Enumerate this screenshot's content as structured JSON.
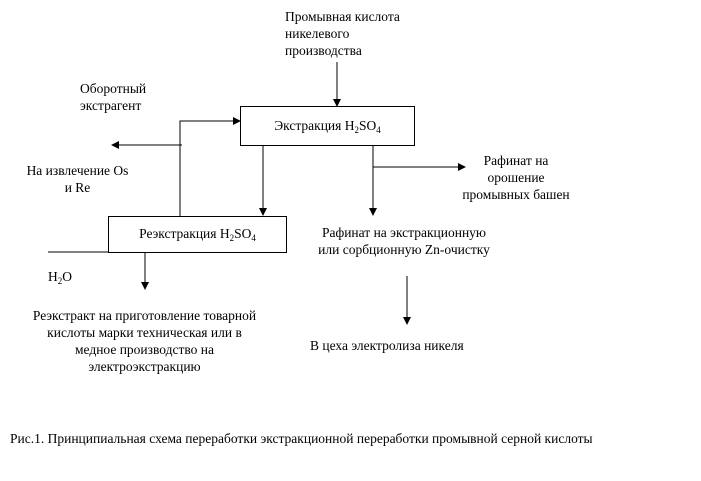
{
  "source_top": {
    "line1": "Промывная кислота",
    "line2": "никелевого",
    "line3": "производства"
  },
  "recycled": {
    "line1": "Оборотный",
    "line2": "экстрагент"
  },
  "extraction_box": {
    "prefix": "Экстракция H",
    "sub1": "2",
    "mid": "SO",
    "sub2": "4"
  },
  "os_re": {
    "line1": "На извлечение Os",
    "line2": "и Re"
  },
  "raffinate_spray": {
    "line1": "Рафинат на",
    "line2": "орошение",
    "line3": "промывных башен"
  },
  "reextraction_box": {
    "prefix": "Реэкстракция H",
    "sub1": "2",
    "mid": "SO",
    "sub2": "4"
  },
  "water": {
    "prefix": "H",
    "sub": "2",
    "suffix": "O"
  },
  "raffinate_zn": {
    "line1": "Рафинат на экстракционную",
    "line2": "или сорбционную Zn-очистку"
  },
  "reextract": {
    "line1": "Реэкстракт на приготовление товарной",
    "line2": "кислоты марки техническая или в",
    "line3": "медное производство на",
    "line4": "электроэкстракцию"
  },
  "electrolysis": {
    "label": "В цеха электролиза никеля"
  },
  "caption": {
    "text": "Рис.1. Принципиальная схема переработки  экстракционной переработки промывной серной кислоты"
  }
}
